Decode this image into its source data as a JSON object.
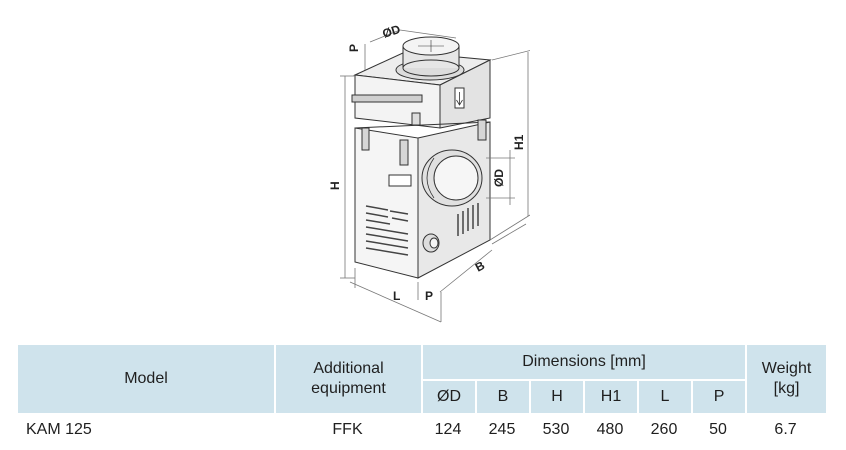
{
  "drawing": {
    "dimension_labels": {
      "diameter_top": "ØD",
      "p_top": "P",
      "diameter_side": "ØD",
      "h1": "H1",
      "h": "H",
      "b": "B",
      "l": "L",
      "p_bottom": "P"
    }
  },
  "table": {
    "headers": {
      "model": "Model",
      "additional_line1": "Additional",
      "additional_line2": "equipment",
      "dimensions": "Dimensions [mm]",
      "weight_line1": "Weight",
      "weight_line2": "[kg]"
    },
    "dim_columns": [
      "ØD",
      "B",
      "H",
      "H1",
      "L",
      "P"
    ],
    "rows": [
      {
        "model": "KAM 125",
        "equipment": "FFK",
        "d": "124",
        "b": "245",
        "h": "530",
        "h1": "480",
        "l": "260",
        "p": "50",
        "weight": "6.7"
      }
    ]
  }
}
